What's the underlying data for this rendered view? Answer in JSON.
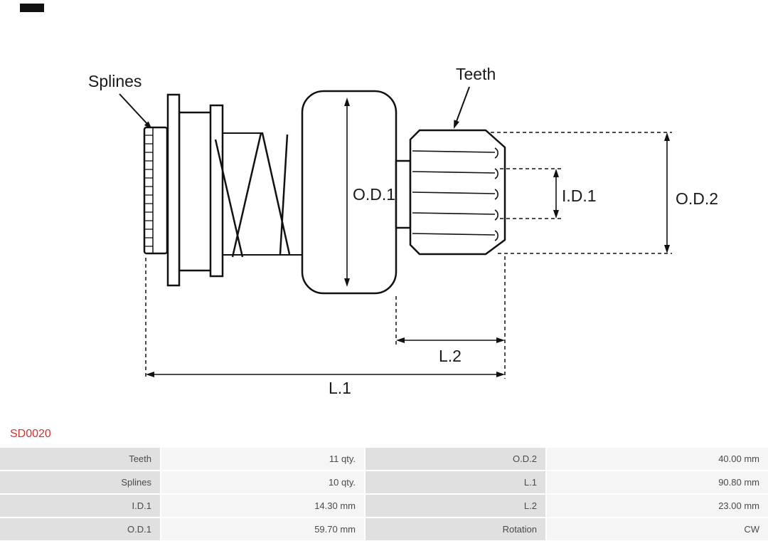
{
  "part": {
    "number": "SD0020"
  },
  "diagram": {
    "labels": {
      "splines": "Splines",
      "teeth": "Teeth",
      "od1": "O.D.1",
      "id1": "I.D.1",
      "od2": "O.D.2",
      "l1": "L.1",
      "l2": "L.2"
    }
  },
  "specs": {
    "rows": [
      {
        "label1": "Teeth",
        "value1": "11 qty.",
        "label2": "O.D.2",
        "value2": "40.00 mm"
      },
      {
        "label1": "Splines",
        "value1": "10 qty.",
        "label2": "L.1",
        "value2": "90.80 mm"
      },
      {
        "label1": "I.D.1",
        "value1": "14.30 mm",
        "label2": "L.2",
        "value2": "23.00 mm"
      },
      {
        "label1": "O.D.1",
        "value1": "59.70 mm",
        "label2": "Rotation",
        "value2": "CW"
      }
    ]
  },
  "colors": {
    "accent_red": "#cc3333",
    "line": "#111111",
    "label_cell_bg": "#e0e0e0",
    "value_cell_bg": "#f5f5f5",
    "table_text": "#4a4a4a"
  }
}
